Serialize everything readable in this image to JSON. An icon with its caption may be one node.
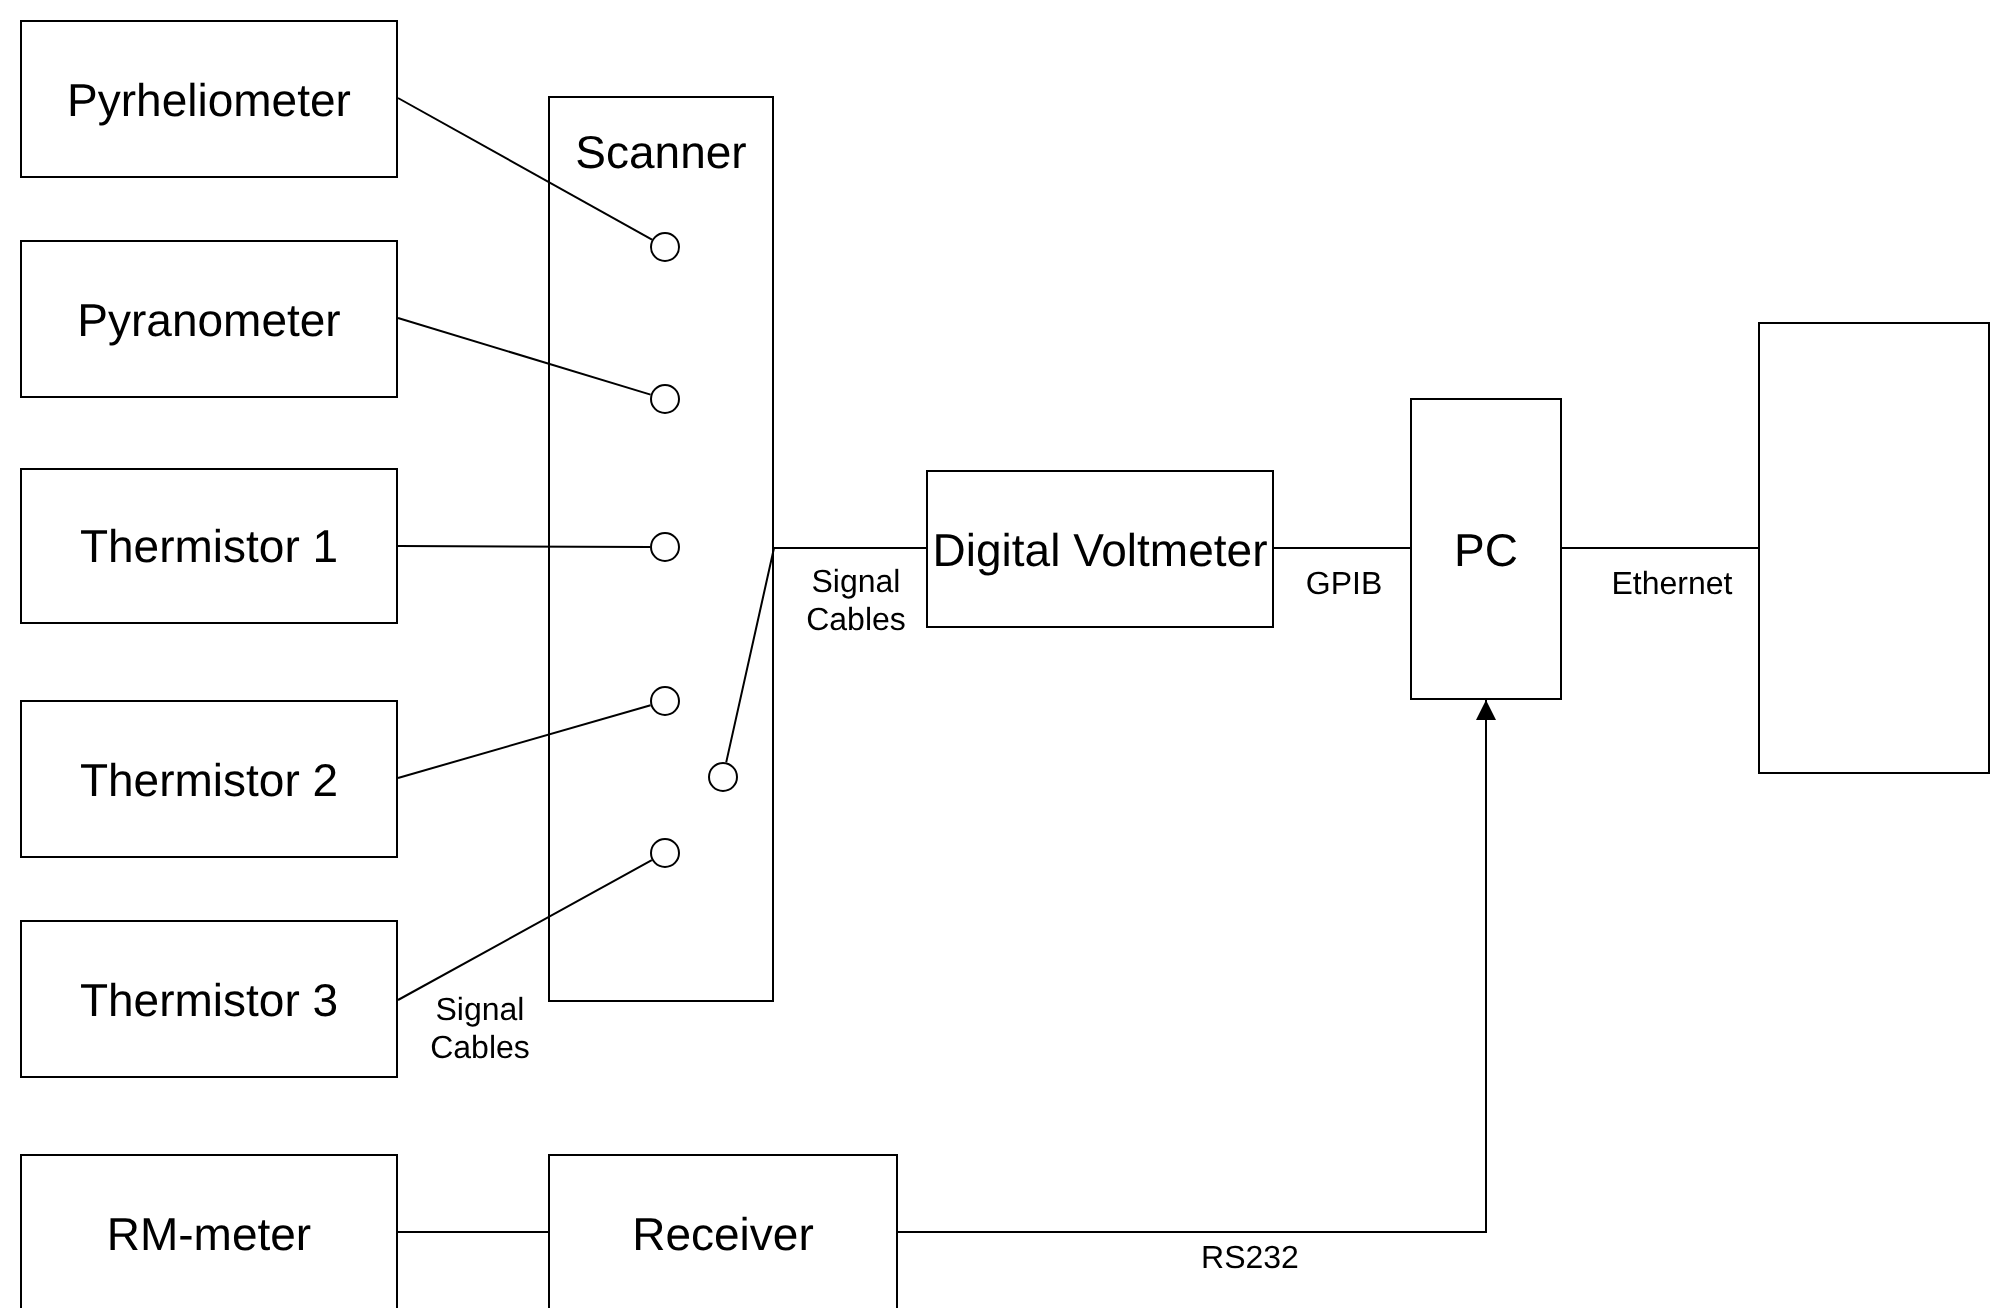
{
  "diagram": {
    "nodes": [
      {
        "text": [
          "Pyrheliometer"
        ]
      },
      {
        "text": [
          "Pyranometer"
        ]
      },
      {
        "text": [
          "Thermistor 1"
        ]
      },
      {
        "text": [
          "Thermistor 2"
        ]
      },
      {
        "text": [
          "Thermistor 3"
        ]
      },
      {
        "text": [
          "Scanner"
        ]
      },
      {
        "text": [],
        "shape": "circle",
        "in": 5
      },
      {
        "text": [],
        "shape": "circle",
        "in": 5
      },
      {
        "text": [],
        "shape": "circle",
        "in": 5
      },
      {
        "text": [],
        "shape": "circle",
        "in": 5
      },
      {
        "text": [],
        "shape": "circle",
        "in": 5
      },
      {
        "text": [],
        "shape": "circle",
        "in": 5
      },
      {
        "text": [
          "Digital Voltmeter"
        ]
      },
      {
        "text": [
          "PC"
        ]
      },
      {
        "text": [],
        "shape": "box"
      },
      {
        "text": [
          "RM-meter"
        ]
      },
      {
        "text": [
          "Receiver"
        ]
      }
    ],
    "edges": [
      {
        "from": 0,
        "to": 6,
        "arrow": "none"
      },
      {
        "from": 1,
        "to": 7,
        "arrow": "none"
      },
      {
        "from": 2,
        "to": 8,
        "arrow": "none"
      },
      {
        "from": 3,
        "to": 9,
        "arrow": "none"
      },
      {
        "from": 4,
        "to": 11,
        "arrow": "none"
      },
      {
        "from": 10,
        "to": 12,
        "arrow": "none",
        "label": "Signal Cables"
      },
      {
        "from": 12,
        "to": 13,
        "arrow": "none",
        "label": "GPIB"
      },
      {
        "from": 13,
        "to": 14,
        "arrow": "none",
        "label": "Ethernet"
      },
      {
        "from": 15,
        "to": 16,
        "arrow": "none"
      },
      {
        "from": 16,
        "to": 13,
        "arrow": "to",
        "label": "RS232"
      }
    ],
    "labels": [
      "Signal Cables"
    ]
  }
}
